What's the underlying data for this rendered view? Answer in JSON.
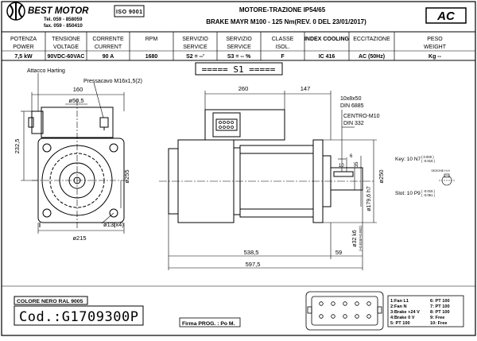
{
  "company": {
    "name": "BEST MOTOR",
    "tel": "Tel. 059 - 858059",
    "fax": "fax. 059 - 850410",
    "iso": "ISO 9001"
  },
  "header": {
    "title_line1": "MOTORE-TRAZIONE IP54/65",
    "title_line2": "BRAKE MAYR M100 - 125 Nm(REV. 0 DEL 23/01/2017)",
    "badge": "AC"
  },
  "specs": {
    "columns": [
      {
        "h1": "POTENZA",
        "h2": "POWER",
        "value": "7,5 kW"
      },
      {
        "h1": "TENSIONE",
        "h2": "VOLTAGE",
        "value": "90VDC-60VAC"
      },
      {
        "h1": "CORRENTE",
        "h2": "CURRENT",
        "value": "90 A"
      },
      {
        "h1": "RPM",
        "h2": "",
        "value": "1680"
      },
      {
        "h1": "SERVIZIO",
        "h2": "SERVICE",
        "value": "S2 = --'"
      },
      {
        "h1": "SERVIZIO",
        "h2": "SERVICE",
        "value": "S3 = -- %"
      },
      {
        "h1": "CLASSE",
        "h2": "ISOL.",
        "value": "F"
      },
      {
        "h1": "INDEX COOLING",
        "h2": "",
        "value": "IC 416"
      },
      {
        "h1": "ECCITAZIONE",
        "h2": "",
        "value": "AC (50Hz)"
      },
      {
        "h1": "PESO",
        "h2": "WEIGHT",
        "value": "Kg --"
      }
    ]
  },
  "duty": {
    "label": "===== S1 ====="
  },
  "labels": {
    "attacco": "Attacco Harting",
    "pressacavo": "Pressacavo M16x1,5(2)",
    "key_size": "10x8x50",
    "key_din": "DIN 6885",
    "centro": "CENTRO-M10",
    "centro_din": "DIN 332",
    "key_tol_label": "Key: 10 N7",
    "key_tol_hi": "( 0.000 )",
    "key_tol_lo": "( -0.015 )",
    "slot_tol_label": "Slot: 10 P9",
    "slot_tol_hi": "( -0.015 )",
    "slot_tol_lo": "( -0.051 )",
    "section": "SEZIONE H-H",
    "colore": "COLORE NERO RAL 9005",
    "code": "Cod.:G1709300P",
    "firma": "Firma PROG. : Po M."
  },
  "dimensions": {
    "d160": "160",
    "d50_5": "ø50,5",
    "d232_5": "232,5",
    "d255": "ø255",
    "d13x4": "ø13(x4)",
    "d215": "ø215",
    "d260": "260",
    "d147": "147",
    "d250": "ø250",
    "d179_6": "ø179,6 h7",
    "d32": "ø32 k6",
    "d32_tol": "(+0.018/+0.002)",
    "d538_5": "538,5",
    "d59": "59",
    "d597_5": "597,5",
    "d6": "6",
    "d35": "35",
    "d10": "10"
  },
  "pinout": {
    "left": [
      "1:Fan L1",
      "2:Fan N",
      "3:Brake +24 V",
      "4:Brake 0 V",
      "5: PT 100"
    ],
    "right": [
      "6: PT 100",
      "7: PT 100",
      "8: PT 100",
      "9: Free",
      "10: Free"
    ]
  }
}
